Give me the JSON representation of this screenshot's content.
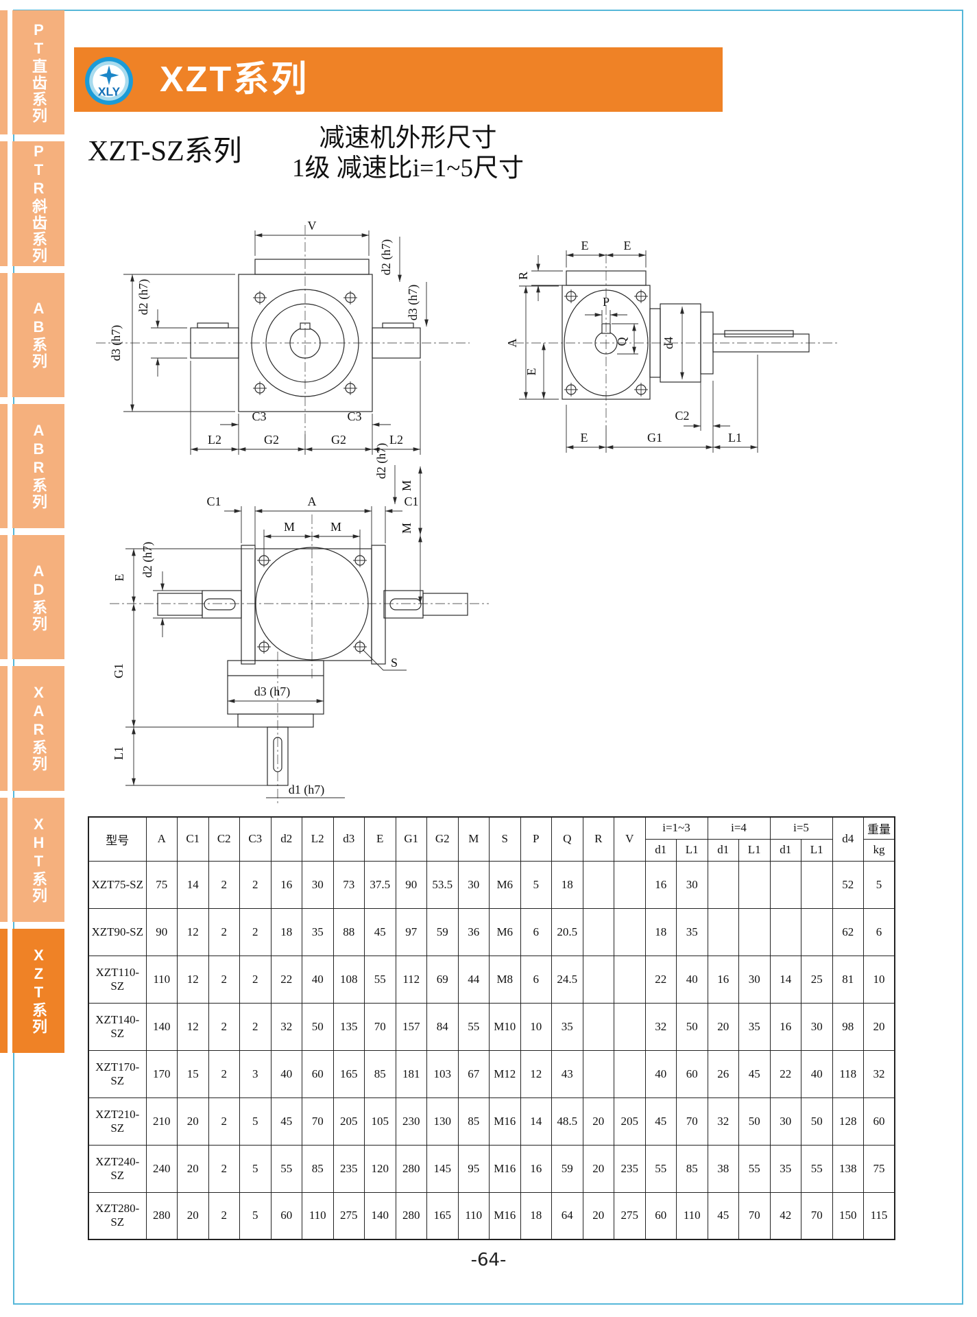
{
  "colors": {
    "banner_orange": "#ef8226",
    "tab_inactive": "#f5b07d",
    "tab_active": "#ef8226",
    "frame_cyan": "#55b7d9",
    "logo_blue": "#1b9bd7",
    "logo_light_blue": "#a8dbee",
    "logo_text_blue": "#1471b8"
  },
  "sidebar": {
    "tabs": [
      {
        "id": "pt",
        "label": "PT直齿系列",
        "active": false
      },
      {
        "id": "ptr",
        "label": "PTR斜齿系列",
        "active": false
      },
      {
        "id": "ab",
        "label": "AB系列",
        "active": false
      },
      {
        "id": "abr",
        "label": "ABR系列",
        "active": false
      },
      {
        "id": "ad",
        "label": "AD系列",
        "active": false
      },
      {
        "id": "xar",
        "label": "XAR系列",
        "active": false
      },
      {
        "id": "xht",
        "label": "XHT系列",
        "active": false
      },
      {
        "id": "xzt",
        "label": "XZT系列",
        "active": true
      }
    ]
  },
  "header": {
    "logo_text": "XLY",
    "title": "XZT系列",
    "series_subtitle": "XZT-SZ系列",
    "drawing_title_line1": "减速机外形尺寸",
    "drawing_title_line2": "1级 减速比i=1~5尺寸"
  },
  "drawings": {
    "dim_labels": {
      "v": "V",
      "e": "E",
      "r": "R",
      "a": "A",
      "p": "P",
      "q": "Q",
      "s": "S",
      "m": "M",
      "c1": "C1",
      "c2": "C2",
      "c3": "C3",
      "g1": "G1",
      "g2": "G2",
      "l1": "L1",
      "l2": "L2",
      "d1": "d1 (h7)",
      "d2": "d2 (h7)",
      "d3": "d3 (h7)",
      "d4": "d4"
    }
  },
  "table": {
    "header": {
      "model": "型号",
      "a": "A",
      "c1": "C1",
      "c2": "C2",
      "c3": "C3",
      "d2": "d2",
      "l2": "L2",
      "d3": "d3",
      "e": "E",
      "g1": "G1",
      "g2": "G2",
      "m": "M",
      "s": "S",
      "p": "P",
      "q": "Q",
      "r": "R",
      "v": "V",
      "group_i13": "i=1~3",
      "group_i4": "i=4",
      "group_i5": "i=5",
      "d1": "d1",
      "l1": "L1",
      "d4": "d4",
      "weight": "重量",
      "weight_unit": "kg"
    },
    "rows": [
      [
        "XZT75-SZ",
        "75",
        "14",
        "2",
        "2",
        "16",
        "30",
        "73",
        "37.5",
        "90",
        "53.5",
        "30",
        "M6",
        "5",
        "18",
        "",
        "",
        "16",
        "30",
        "",
        "",
        "",
        "",
        "52",
        "5"
      ],
      [
        "XZT90-SZ",
        "90",
        "12",
        "2",
        "2",
        "18",
        "35",
        "88",
        "45",
        "97",
        "59",
        "36",
        "M6",
        "6",
        "20.5",
        "",
        "",
        "18",
        "35",
        "",
        "",
        "",
        "",
        "62",
        "6"
      ],
      [
        "XZT110-SZ",
        "110",
        "12",
        "2",
        "2",
        "22",
        "40",
        "108",
        "55",
        "112",
        "69",
        "44",
        "M8",
        "6",
        "24.5",
        "",
        "",
        "22",
        "40",
        "16",
        "30",
        "14",
        "25",
        "81",
        "10"
      ],
      [
        "XZT140-SZ",
        "140",
        "12",
        "2",
        "2",
        "32",
        "50",
        "135",
        "70",
        "157",
        "84",
        "55",
        "M10",
        "10",
        "35",
        "",
        "",
        "32",
        "50",
        "20",
        "35",
        "16",
        "30",
        "98",
        "20"
      ],
      [
        "XZT170-SZ",
        "170",
        "15",
        "2",
        "3",
        "40",
        "60",
        "165",
        "85",
        "181",
        "103",
        "67",
        "M12",
        "12",
        "43",
        "",
        "",
        "40",
        "60",
        "26",
        "45",
        "22",
        "40",
        "118",
        "32"
      ],
      [
        "XZT210-SZ",
        "210",
        "20",
        "2",
        "5",
        "45",
        "70",
        "205",
        "105",
        "230",
        "130",
        "85",
        "M16",
        "14",
        "48.5",
        "20",
        "205",
        "45",
        "70",
        "32",
        "50",
        "30",
        "50",
        "128",
        "60"
      ],
      [
        "XZT240-SZ",
        "240",
        "20",
        "2",
        "5",
        "55",
        "85",
        "235",
        "120",
        "280",
        "145",
        "95",
        "M16",
        "16",
        "59",
        "20",
        "235",
        "55",
        "85",
        "38",
        "55",
        "35",
        "55",
        "138",
        "75"
      ],
      [
        "XZT280-SZ",
        "280",
        "20",
        "2",
        "5",
        "60",
        "110",
        "275",
        "140",
        "280",
        "165",
        "110",
        "M16",
        "18",
        "64",
        "20",
        "275",
        "60",
        "110",
        "45",
        "70",
        "42",
        "70",
        "150",
        "115"
      ]
    ]
  },
  "footer": {
    "page_number": "-64-"
  }
}
